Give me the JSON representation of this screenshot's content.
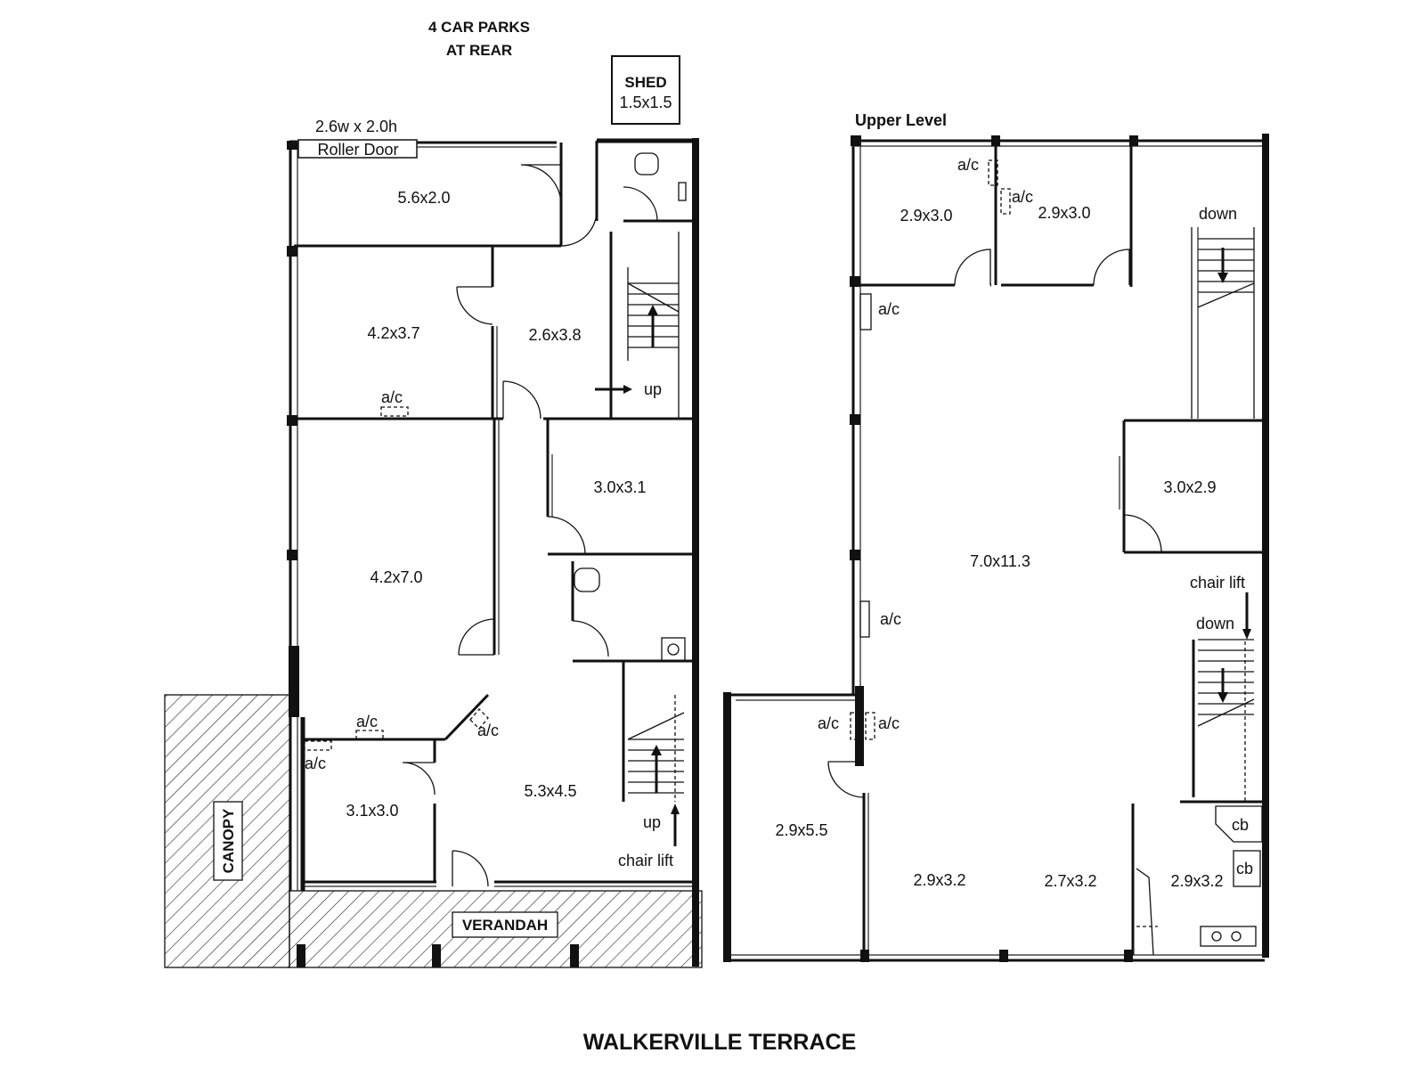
{
  "header": {
    "car_parks_line1": "4 CAR PARKS",
    "car_parks_line2": "AT REAR",
    "upper_level_title": "Upper Level",
    "street_name": "WALKERVILLE TERRACE"
  },
  "ground_floor": {
    "shed_label": "SHED",
    "shed_size": "1.5x1.5",
    "roller_door_size": "2.6w x 2.0h",
    "roller_door_label": "Roller Door",
    "rooms": [
      "5.6x2.0",
      "4.2x3.7",
      "2.6x3.8",
      "3.0x3.1",
      "4.2x7.0",
      "5.3x4.5",
      "3.1x3.0"
    ],
    "ac_label": "a/c",
    "up_label": "up",
    "chair_lift_label": "chair lift",
    "canopy_label": "CANOPY",
    "verandah_label": "VERANDAH"
  },
  "upper_floor": {
    "rooms": [
      "2.9x3.0",
      "2.9x3.0",
      "7.0x11.3",
      "3.0x2.9",
      "2.9x5.5",
      "2.9x3.2",
      "2.7x3.2",
      "2.9x3.2"
    ],
    "ac_label": "a/c",
    "down_label": "down",
    "chair_lift_label": "chair lift",
    "cb_label": "cb"
  }
}
